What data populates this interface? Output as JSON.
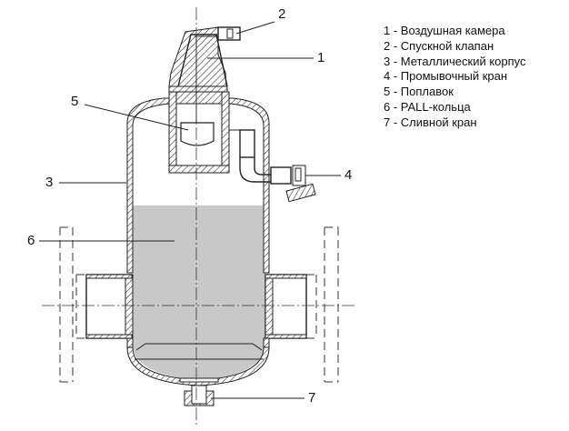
{
  "diagram": {
    "title": "Сепаратор воздуха и шлама (разрез)",
    "colors": {
      "fill": "#c8c8c8",
      "line": "#222222",
      "background": "#ffffff"
    },
    "callouts": [
      {
        "number": "1",
        "label": "Воздушная камера"
      },
      {
        "number": "2",
        "label": "Спускной клапан"
      },
      {
        "number": "3",
        "label": "Металлический корпус"
      },
      {
        "number": "4",
        "label": "Промывочный кран"
      },
      {
        "number": "5",
        "label": "Поплавок"
      },
      {
        "number": "6",
        "label": "PALL-кольца"
      },
      {
        "number": "7",
        "label": "Сливной кран"
      }
    ],
    "legend": [
      "1 - Воздушная камера",
      "2 - Спускной клапан",
      "3 - Металлический корпус",
      "4 - Промывочный кран",
      "5 - Поплавок",
      "6 - PALL-кольца",
      "7 - Сливной кран"
    ]
  }
}
